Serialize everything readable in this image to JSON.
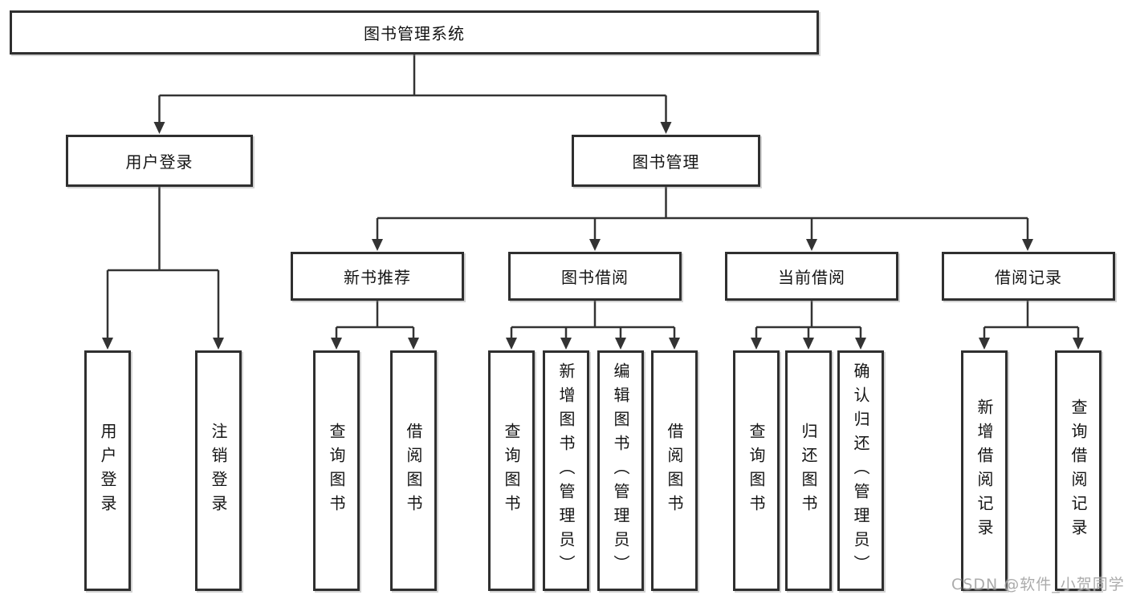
{
  "diagram": {
    "title": "图书管理系统",
    "branches": [
      {
        "label": "用户登录",
        "children": [
          {
            "label": "用户登录"
          },
          {
            "label": "注销登录"
          }
        ]
      },
      {
        "label": "图书管理",
        "children": [
          {
            "label": "新书推荐",
            "children": [
              {
                "label": "查询图书"
              },
              {
                "label": "借阅图书"
              }
            ]
          },
          {
            "label": "图书借阅",
            "children": [
              {
                "label": "查询图书"
              },
              {
                "label": "新增图书（管理员）"
              },
              {
                "label": "编辑图书（管理员）"
              },
              {
                "label": "借阅图书"
              }
            ]
          },
          {
            "label": "当前借阅",
            "children": [
              {
                "label": "查询图书"
              },
              {
                "label": "归还图书"
              },
              {
                "label": "确认归还（管理员）"
              }
            ]
          },
          {
            "label": "借阅记录",
            "children": [
              {
                "label": "新增借阅记录"
              },
              {
                "label": "查询借阅记录"
              }
            ]
          }
        ]
      }
    ]
  },
  "watermark": {
    "text": "CSDN @软件_小贺同学"
  },
  "colors": {
    "line": "#333333",
    "box_border": "#2f2f2f",
    "box_background": "#ffffff",
    "text": "#141414",
    "watermark_text": "#a3a3a3",
    "background": "#ffffff"
  }
}
